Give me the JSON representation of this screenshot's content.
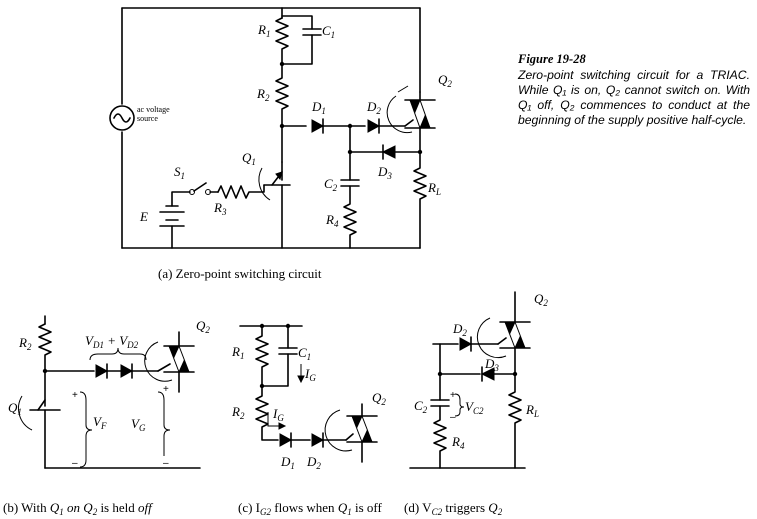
{
  "figure": {
    "title": "Figure 19-28",
    "caption": "Zero-point switching circuit for a TRIAC. While Q₁ is on, Q₂ cannot switch on. With Q₁ off, Q₂ commences to conduct at the beginning of the supply positive half-cycle."
  },
  "panel_a": {
    "caption": "(a) Zero-point switching circuit",
    "source_line1": "ac voltage",
    "source_line2": "source",
    "labels": {
      "R1": "R",
      "R2": "R",
      "R3": "R",
      "R4": "R",
      "RL": "R",
      "C1": "C",
      "C2": "C",
      "D1": "D",
      "D2": "D",
      "D3": "D",
      "Q1": "Q",
      "Q2": "Q",
      "S1": "S",
      "E": "E",
      "L": "L"
    }
  },
  "panel_b": {
    "caption_pre": "(b) With ",
    "caption_q1": "Q",
    "caption_q1_sub": "1",
    "caption_on": " on  ",
    "caption_q2": "Q",
    "caption_q2_sub": "2",
    "caption_post": " is held ",
    "caption_off": "off",
    "vd_label": "V",
    "vd_sub1": "D1",
    "vd_plus": " + V",
    "vd_sub2": "D2",
    "vf": "V",
    "vf_sub": "F",
    "vg": "V",
    "vg_sub": "G",
    "plus": "+",
    "minus": "–"
  },
  "panel_c": {
    "caption_pre": "(c) I",
    "caption_sub": "G2",
    "caption_mid": " flows when ",
    "caption_q": "Q",
    "caption_q_sub": "1",
    "caption_post": " is off",
    "ig": "I",
    "ig_sub": "G"
  },
  "panel_d": {
    "caption_pre": "(d) V",
    "caption_sub": "C2",
    "caption_mid": " triggers ",
    "caption_q": "Q",
    "caption_q_sub": "2",
    "vc2": "V",
    "vc2_sub": "C2"
  },
  "subs": {
    "one": "1",
    "two": "2",
    "three": "3",
    "four": "4"
  }
}
